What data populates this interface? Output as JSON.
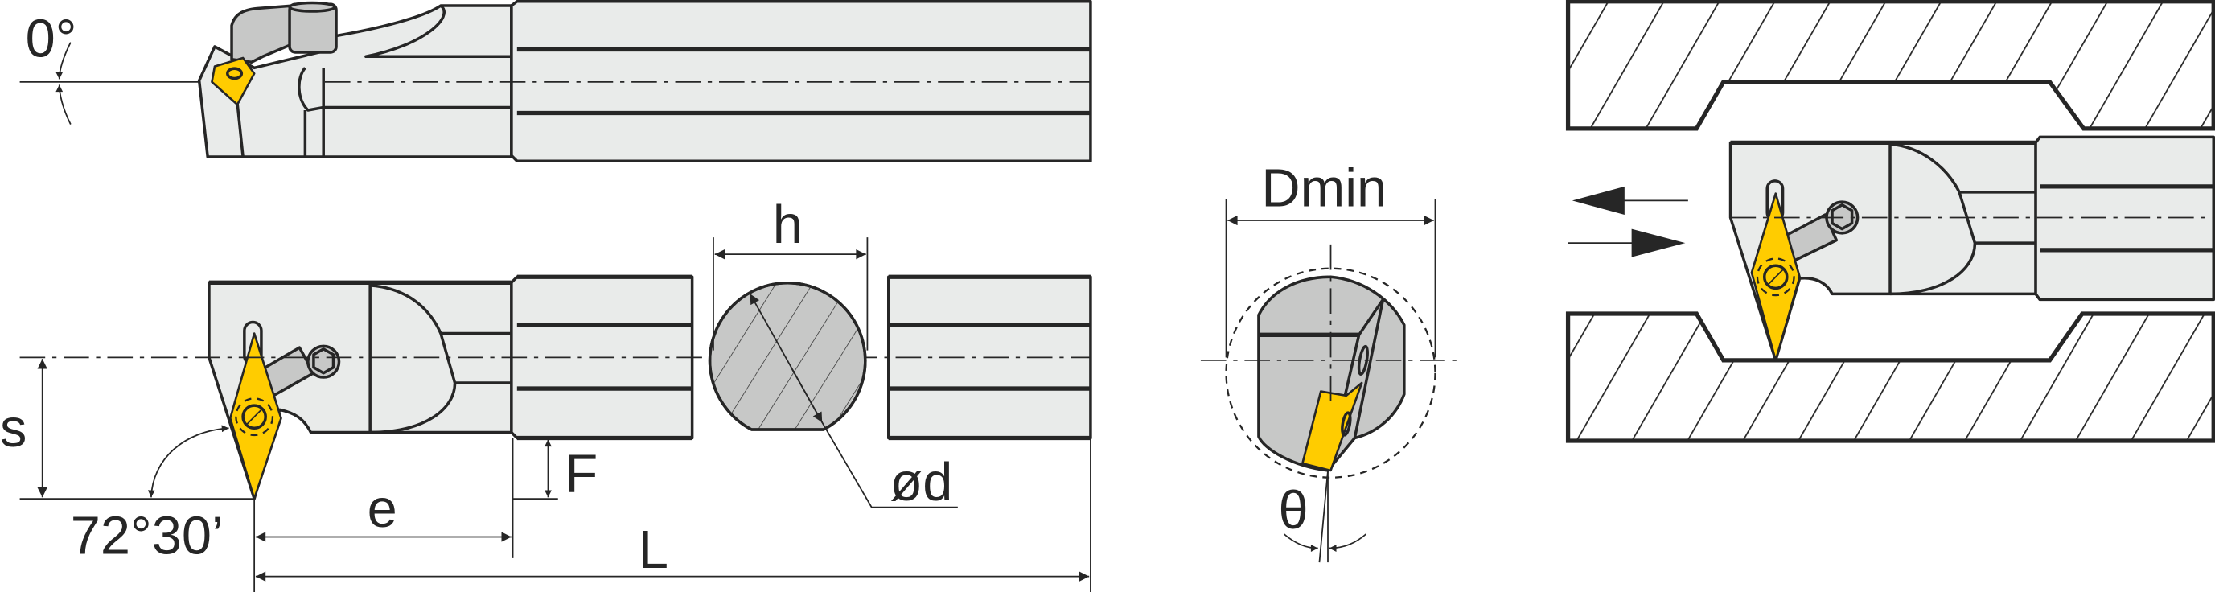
{
  "drawing": {
    "title_views": [
      "side-view",
      "front-view",
      "cross-section",
      "end-view",
      "bore-operation"
    ],
    "labels": {
      "angle_zero": "0°",
      "s": "s",
      "approach_angle": "72°30’",
      "e": "e",
      "F": "F",
      "L": "L",
      "h": "h",
      "diameter_d": "ød",
      "dmin": "Dmin",
      "theta": "θ"
    },
    "colors": {
      "insert": "#ffcc00",
      "body": "#e9ebea",
      "section": "#c7c8c7",
      "outline": "#262626"
    }
  }
}
